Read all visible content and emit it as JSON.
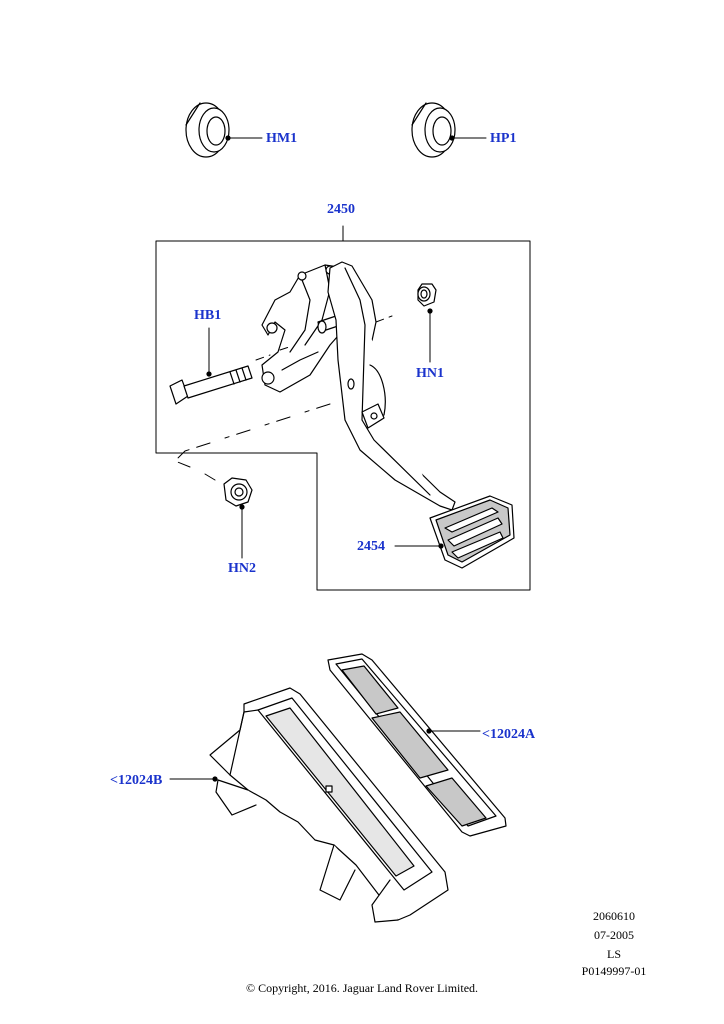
{
  "callouts": {
    "hm1": "HM1",
    "hp1": "HP1",
    "assembly": "2450",
    "hb1": "HB1",
    "hn1": "HN1",
    "hn2": "HN2",
    "pad": "2454",
    "cover_a": "<12024A",
    "cover_b": "<12024B"
  },
  "reference": {
    "line1": "2060610",
    "line2": "07-2005",
    "line3": "LS",
    "line4": "P0149997-01"
  },
  "copyright": "© Copyright, 2016. Jaguar Land Rover Limited.",
  "colors": {
    "callout_text": "#1a33cc",
    "line_art": "#000000",
    "pad_tint": "#c8c8c8"
  }
}
